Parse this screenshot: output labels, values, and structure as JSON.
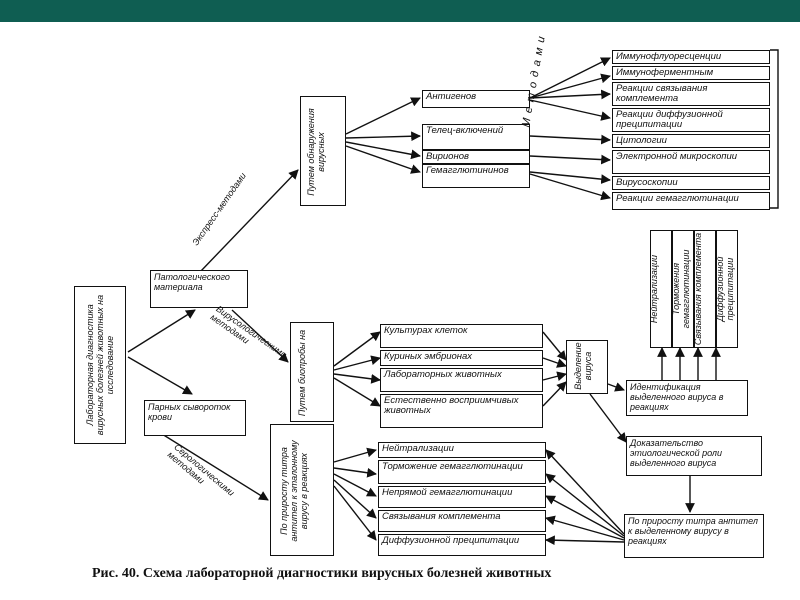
{
  "root": {
    "text": "Лабораторная диагностика вирусных болезней животных на исследование"
  },
  "material": {
    "text": "Патологического материала"
  },
  "serum": {
    "text": "Парных сывороток крови"
  },
  "routes": {
    "express": "Экспресс-методами",
    "virological": "Вирусологическими методами",
    "serological": "Серологическими методами"
  },
  "detection": {
    "text": "Путем обнаружения вирусных"
  },
  "targets": [
    "Антигенов",
    "Телец-включений",
    "Вирионов",
    "Гемагглютининов"
  ],
  "methods_label": "М е т о д а м и",
  "methods": [
    "Иммунофлуоресценции",
    "Иммуноферментным",
    "Реакции связывания комплемента",
    "Реакции диффузионной преципитации",
    "Цитологии",
    "Электронной микроскопии",
    "Вирусоскопии",
    "Реакции гемагглютинации"
  ],
  "bioassay": {
    "text": "Путем биопробы на"
  },
  "hosts": [
    "Культурах клеток",
    "Куриных эмбрионах",
    "Лабораторных животных",
    "Естественно восприимчивых животных"
  ],
  "isolation": {
    "text": "Выделение вируса"
  },
  "identification_reactions": [
    "Нейтрализации",
    "Торможения гемагглютинации",
    "Связывания комплемента",
    "Диффузионной преципитации"
  ],
  "identification": {
    "text": "Идентификация выделенного вируса в реакциях"
  },
  "evidence": {
    "text": "Доказательство этиологической роли выделенного вируса"
  },
  "titer_right": {
    "text": "По приросту титра антител к выделенному вирусу в реакциях"
  },
  "titer_left": {
    "text": "По приросту титра антител к эталонному вирусу в реакциях"
  },
  "sero_reactions": [
    "Нейтрализации",
    "Торможение гемагглютинации",
    "Непрямой гемагглютинации",
    "Связывания комплемента",
    "Диффузионной преципитации"
  ],
  "caption": "Рис. 40. Схема лабораторной диагностики вирусных болезней животных"
}
